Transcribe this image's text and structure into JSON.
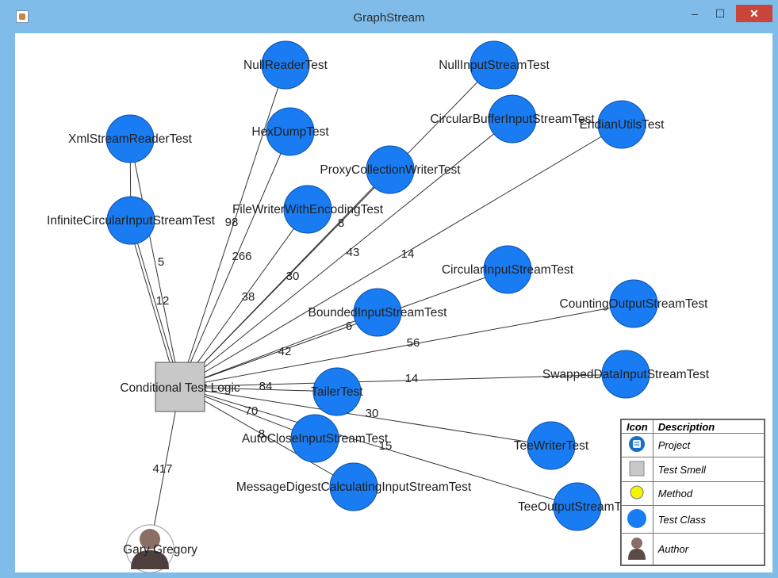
{
  "window": {
    "title": "GraphStream",
    "min_glyph": "–",
    "max_glyph": "☐",
    "close_glyph": "✕"
  },
  "graph": {
    "center_label": "Conditional Test Logic",
    "author_label": "Gary Gregory",
    "author_edge_weight": "417",
    "nodes": [
      {
        "label": "NullReaderTest",
        "weight": "98"
      },
      {
        "label": "NullInputStreamTest",
        "weight": ""
      },
      {
        "label": "HexDumpTest",
        "weight": "266"
      },
      {
        "label": "CircularBufferInputStreamTest",
        "weight": "30"
      },
      {
        "label": "EndianUtilsTest",
        "weight": "14"
      },
      {
        "label": "ProxyCollectionWriterTest",
        "weight": "43"
      },
      {
        "label": "FileWriterWithEncodingTest",
        "weight": "8"
      },
      {
        "label": "XmlStreamReaderTest",
        "weight": "5"
      },
      {
        "label": "InfiniteCircularInputStreamTest",
        "weight": "12"
      },
      {
        "label": "CircularInputStreamTest",
        "weight": "38"
      },
      {
        "label": "BoundedInputStreamTest",
        "weight": "6"
      },
      {
        "label": "CountingOutputStreamTest",
        "weight": "56"
      },
      {
        "label": "SwappedDataInputStreamTest",
        "weight": "14"
      },
      {
        "label": "TailerTest",
        "weight": "84"
      },
      {
        "label": "TeeWriterTest",
        "weight": "30"
      },
      {
        "label": "AutoCloseInputStreamTest",
        "weight": "70"
      },
      {
        "label": "MessageDigestCalculatingInputStreamTest",
        "weight": "8"
      },
      {
        "label": "TeeOutputStreamTest",
        "weight": "15"
      }
    ],
    "extra_edge_label": "42"
  },
  "legend": {
    "header_icon": "Icon",
    "header_desc": "Description",
    "rows": [
      {
        "label": "Project",
        "icon": "project-icon"
      },
      {
        "label": "Test Smell",
        "icon": "test-smell-icon"
      },
      {
        "label": "Method",
        "icon": "method-icon"
      },
      {
        "label": "Test Class",
        "icon": "test-class-icon"
      },
      {
        "label": "Author",
        "icon": "author-icon"
      }
    ]
  },
  "colors": {
    "test_class": "#1a7cf2",
    "test_smell": "#c8c8c8",
    "method": "#f5f500",
    "titlebar": "#7fbce9",
    "close": "#c9453a"
  }
}
